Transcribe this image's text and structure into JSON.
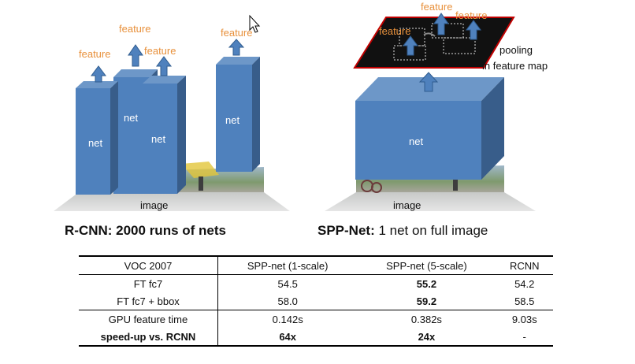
{
  "left_diagram": {
    "nets": [
      "net",
      "net",
      "net",
      "net"
    ],
    "features": [
      "feature",
      "feature",
      "feature",
      "feature"
    ],
    "image_label": "image",
    "caption_bold": "R-CNN:  2000 runs of nets"
  },
  "right_diagram": {
    "net": "net",
    "features": [
      "feature",
      "feature",
      "feature"
    ],
    "pooling_line1": "pooling",
    "pooling_line2": "in feature map",
    "image_label": "image",
    "caption_bold": "SPP-Net:",
    "caption_rest": " 1 net on full image"
  },
  "colors": {
    "box": "#4f81bd",
    "box_dark": "#385d8a",
    "feature_text": "#e8913c",
    "feature_map": "#111111",
    "map_border": "#c00000"
  },
  "table": {
    "headers": [
      "VOC 2007",
      "SPP-net (1-scale)",
      "SPP-net (5-scale)",
      "RCNN"
    ],
    "rows": [
      {
        "label": "FT fc7",
        "values": [
          "54.5",
          "55.2",
          "54.2"
        ]
      },
      {
        "label": "FT fc7 + bbox",
        "values": [
          "58.0",
          "59.2",
          "58.5"
        ]
      },
      {
        "label": "GPU feature time",
        "values": [
          "0.142s",
          "0.382s",
          "9.03s"
        ]
      },
      {
        "label": "speed-up vs. RCNN",
        "values": [
          "64x",
          "24x",
          "-"
        ]
      }
    ]
  }
}
